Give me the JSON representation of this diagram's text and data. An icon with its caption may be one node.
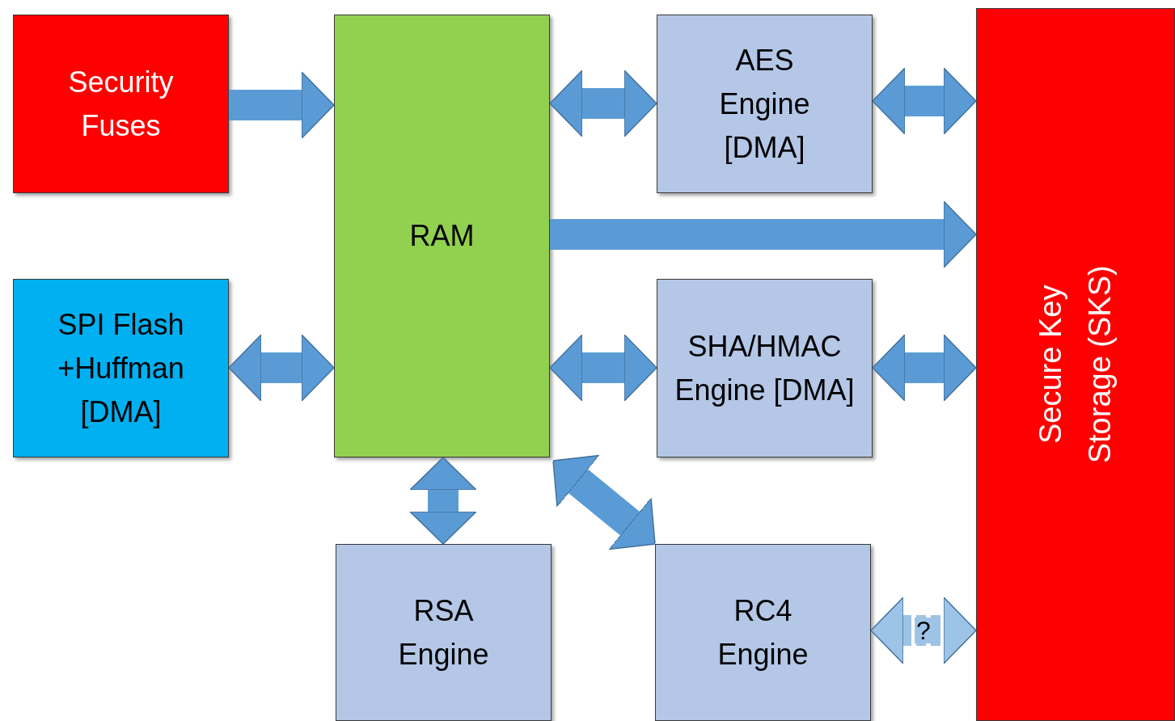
{
  "diagram": {
    "nodes": [
      {
        "text": [
          "Security Fuses"
        ]
      },
      {
        "text": [
          "RAM"
        ]
      },
      {
        "text": [
          "AES Engine [DMA]"
        ]
      },
      {
        "text": [
          "Secure Key Storage (SKS)"
        ]
      },
      {
        "text": [
          "SPI Flash +Huffman [DMA]"
        ]
      },
      {
        "text": [
          "SHA/HMAC Engine [DMA]"
        ]
      },
      {
        "text": [
          "RSA Engine"
        ]
      },
      {
        "text": [
          "RC4 Engine"
        ]
      }
    ],
    "edges": [
      {
        "from": 0,
        "to": 1,
        "arrow": "to"
      },
      {
        "from": 1,
        "to": 2,
        "arrow": "both"
      },
      {
        "from": 2,
        "to": 3,
        "arrow": "both"
      },
      {
        "from": 1,
        "to": 3,
        "arrow": "to"
      },
      {
        "from": 4,
        "to": 1,
        "arrow": "both"
      },
      {
        "from": 1,
        "to": 5,
        "arrow": "both"
      },
      {
        "from": 5,
        "to": 3,
        "arrow": "both"
      },
      {
        "from": 1,
        "to": 6,
        "arrow": "both"
      },
      {
        "from": 1,
        "to": 7,
        "arrow": "both"
      },
      {
        "from": 7,
        "to": 3,
        "arrow": "both",
        "label": "?",
        "style": "dashed",
        "color": "#9dc3e6"
      }
    ]
  }
}
